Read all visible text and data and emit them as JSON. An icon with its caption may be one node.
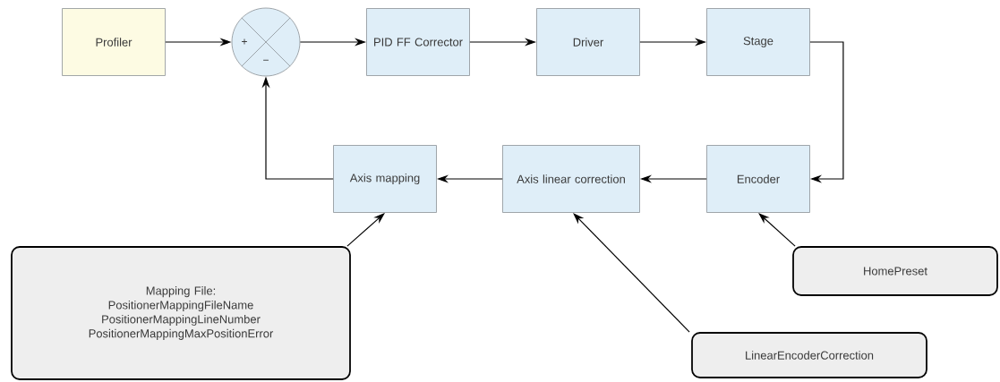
{
  "diagram": {
    "nodes": [
      {
        "text": [
          "Profiler"
        ]
      },
      {
        "text": [
          "+",
          "−"
        ]
      },
      {
        "text": [
          "PID FF Corrector"
        ]
      },
      {
        "text": [
          "Driver"
        ]
      },
      {
        "text": [
          "Stage"
        ]
      },
      {
        "text": [
          "Encoder"
        ]
      },
      {
        "text": [
          "Axis linear correction"
        ]
      },
      {
        "text": [
          "Axis mapping"
        ]
      },
      {
        "text": [
          "Mapping File:",
          "PositionerMappingFileName",
          "PositionerMappingLineNumber",
          "PositionerMappingMaxPositionError"
        ]
      },
      {
        "text": [
          "LinearEncoderCorrection"
        ]
      },
      {
        "text": [
          "HomePreset"
        ]
      }
    ],
    "edges": [
      {
        "from": 0,
        "to": 1,
        "arrow": "to"
      },
      {
        "from": 1,
        "to": 2,
        "arrow": "to"
      },
      {
        "from": 2,
        "to": 3,
        "arrow": "to"
      },
      {
        "from": 3,
        "to": 4,
        "arrow": "to"
      },
      {
        "from": 4,
        "to": 5,
        "arrow": "to"
      },
      {
        "from": 5,
        "to": 6,
        "arrow": "to"
      },
      {
        "from": 6,
        "to": 7,
        "arrow": "to"
      },
      {
        "from": 7,
        "to": 1,
        "arrow": "to"
      },
      {
        "from": 8,
        "to": 7,
        "arrow": "to"
      },
      {
        "from": 9,
        "to": 6,
        "arrow": "to"
      },
      {
        "from": 10,
        "to": 5,
        "arrow": "to"
      }
    ]
  }
}
